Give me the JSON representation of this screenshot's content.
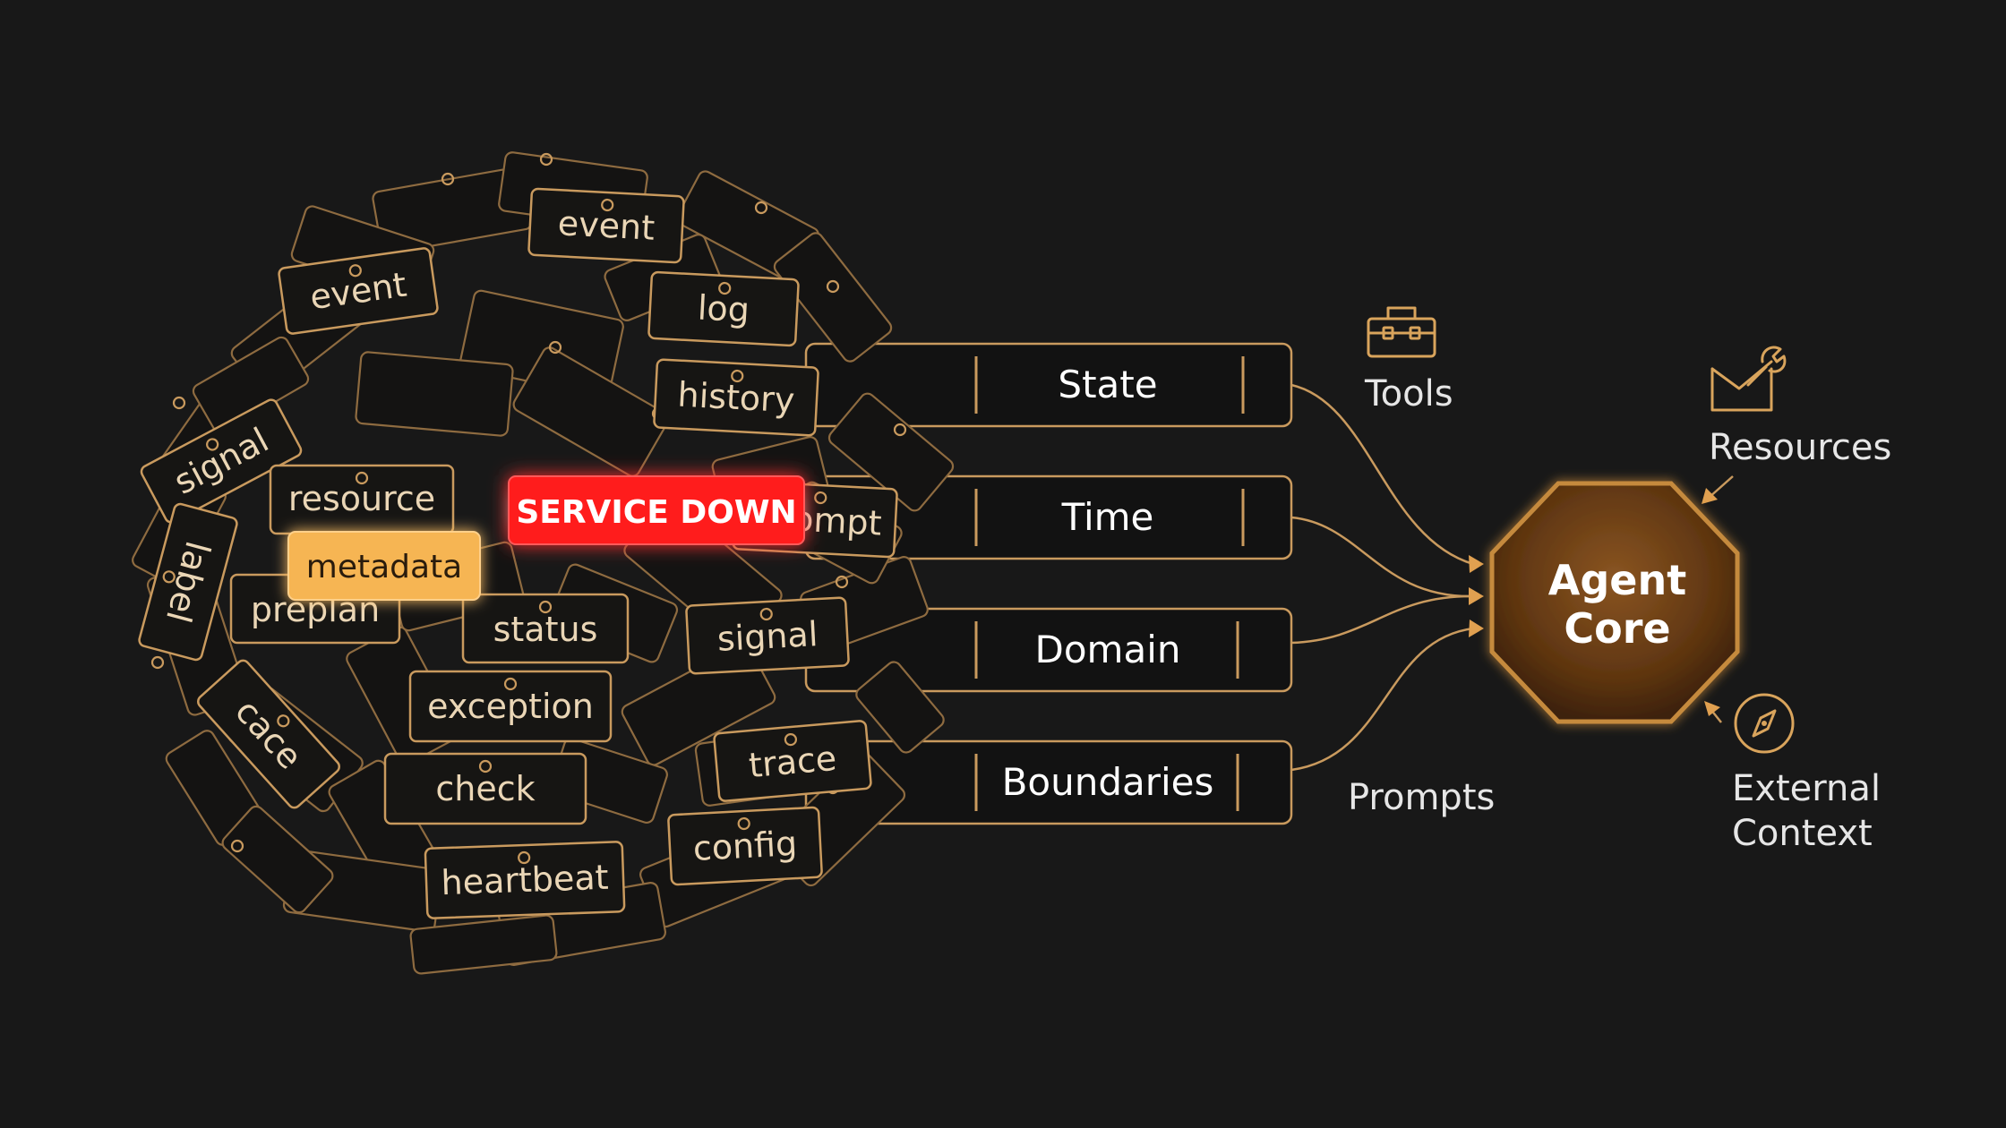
{
  "cluster_tags": [
    {
      "id": "event-1",
      "label": "event"
    },
    {
      "id": "event-2",
      "label": "event"
    },
    {
      "id": "log",
      "label": "log"
    },
    {
      "id": "history",
      "label": "history"
    },
    {
      "id": "signal-1",
      "label": "signal"
    },
    {
      "id": "resource",
      "label": "resource"
    },
    {
      "id": "prompt",
      "label": "ompt"
    },
    {
      "id": "label",
      "label": "label"
    },
    {
      "id": "preplan",
      "label": "preplan"
    },
    {
      "id": "status",
      "label": "status"
    },
    {
      "id": "signal-2",
      "label": "signal"
    },
    {
      "id": "exception",
      "label": "exception"
    },
    {
      "id": "cace",
      "label": "cace"
    },
    {
      "id": "check",
      "label": "check"
    },
    {
      "id": "trace",
      "label": "trace"
    },
    {
      "id": "config",
      "label": "config"
    },
    {
      "id": "heartbeat",
      "label": "heartbeat"
    }
  ],
  "highlight_tag": {
    "label": "metadata",
    "color": "#f6b552"
  },
  "alert": {
    "label": "SERVICE DOWN",
    "color": "#ff1d1d"
  },
  "context_bars": [
    {
      "label": "State"
    },
    {
      "label": "Time"
    },
    {
      "label": "Domain"
    },
    {
      "label": "Boundaries"
    }
  ],
  "inputs": {
    "tools": {
      "label": "Tools",
      "icon": "toolbox-icon"
    },
    "resources": {
      "label": "Resources",
      "icon": "wrench-box-icon"
    },
    "external": {
      "label_line1": "External",
      "label_line2": "Context",
      "icon": "compass-icon"
    },
    "prompts": {
      "label": "Prompts"
    }
  },
  "core": {
    "line1": "Agent",
    "line2": "Core",
    "color": "#6a3c12"
  },
  "colors": {
    "background": "#181818",
    "accent": "#c99a5e",
    "alert": "#ff1d1d",
    "highlight": "#f6b552"
  }
}
